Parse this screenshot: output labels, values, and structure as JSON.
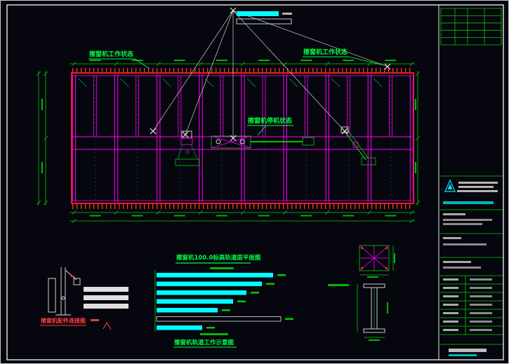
{
  "colors": {
    "background": "#06060e",
    "frame_white": "#e8e8e8",
    "plan_border_red": "#ff2222",
    "grid_magenta": "#ff00ff",
    "dimension_green": "#00cc00",
    "label_green": "#00ff44",
    "track_cyan": "#00ffff",
    "logo_cyan": "#00e5ff",
    "detail_red": "#ff4040"
  },
  "labels": {
    "machine_status_left": "擦窗机工作状态",
    "machine_status_right": "擦窗机工作状态",
    "machine_status_parked": "擦窗机停机状态",
    "plan_title": "擦窗机100.0标高轨道层平面图",
    "work_diagram_title": "擦窗机轨道工作示意图",
    "parts_detail_title": "擦窗机配件连接图"
  },
  "icons": {
    "company_logo": "triangle-logo-icon"
  },
  "track_bars": {
    "bars": [
      {
        "length": 166,
        "style": "cyan"
      },
      {
        "length": 150,
        "style": "cyan"
      },
      {
        "length": 128,
        "style": "cyan"
      },
      {
        "length": 109,
        "style": "cyan"
      },
      {
        "length": 87,
        "style": "cyan"
      },
      {
        "length": 177,
        "style": "outline"
      },
      {
        "length": 65,
        "style": "cyan"
      }
    ]
  }
}
